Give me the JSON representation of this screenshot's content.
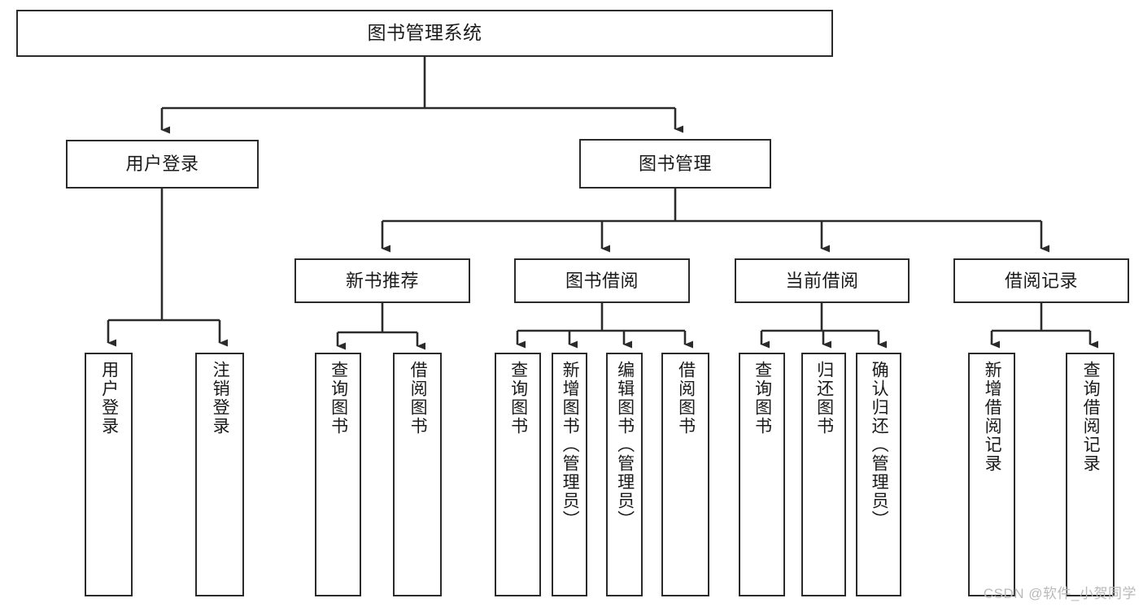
{
  "diagram": {
    "title": "图书管理系统",
    "watermark": "CSDN @软件_小贺同学",
    "colors": {
      "box_border": "#2b2b2b",
      "box_fill": "#ffffff",
      "connector": "#2b2b2b",
      "text": "#1a1a1a",
      "watermark": "#b9b9b9",
      "background": "#ffffff"
    },
    "root": {
      "label": "图书管理系统"
    },
    "level1": [
      {
        "label": "用户登录"
      },
      {
        "label": "图书管理"
      }
    ],
    "level2": [
      {
        "label": "新书推荐"
      },
      {
        "label": "图书借阅"
      },
      {
        "label": "当前借阅"
      },
      {
        "label": "借阅记录"
      }
    ],
    "leaves": {
      "user_login": [
        {
          "label": "用户登录"
        },
        {
          "label": "注销登录"
        }
      ],
      "new_book_recommend": [
        {
          "label": "查询图书"
        },
        {
          "label": "借阅图书"
        }
      ],
      "book_borrow": [
        {
          "label": "查询图书"
        },
        {
          "label": "新增图书（管理员）"
        },
        {
          "label": "编辑图书（管理员）"
        },
        {
          "label": "借阅图书"
        }
      ],
      "current_borrow": [
        {
          "label": "查询图书"
        },
        {
          "label": "归还图书"
        },
        {
          "label": "确认归还（管理员）"
        }
      ],
      "borrow_record": [
        {
          "label": "新增借阅记录"
        },
        {
          "label": "查询借阅记录"
        }
      ]
    }
  }
}
